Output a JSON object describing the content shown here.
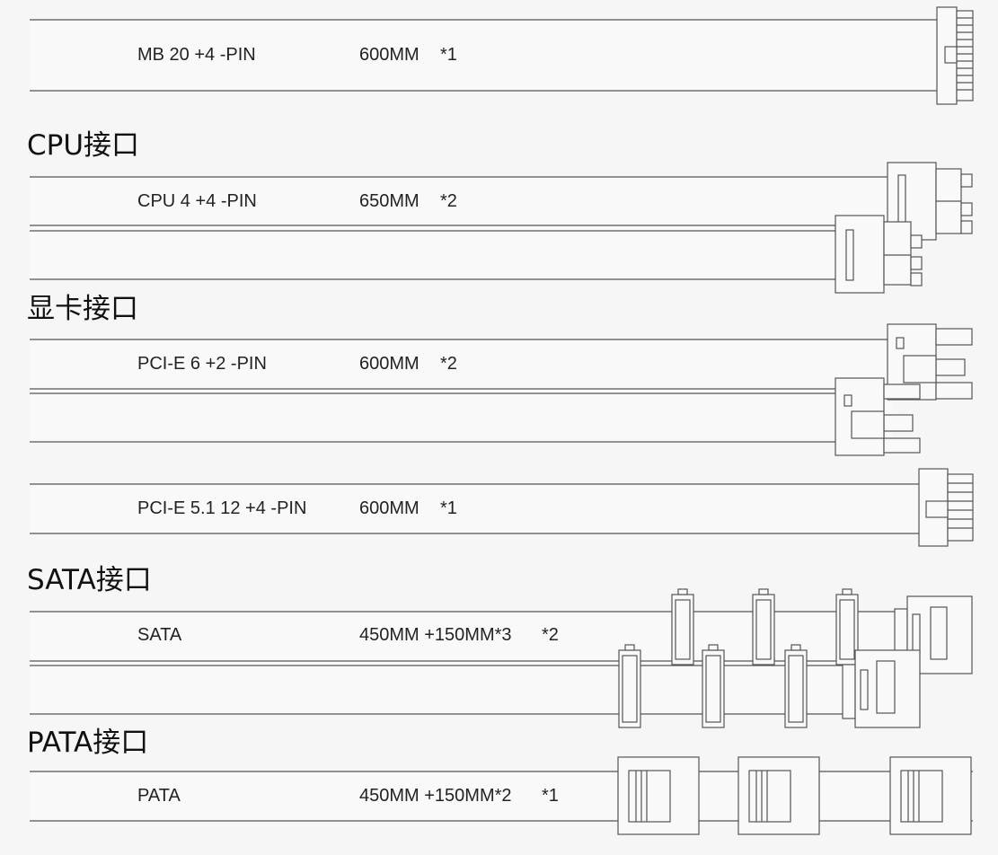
{
  "colors": {
    "background": "#f6f6f6",
    "band": "#f9f9f9",
    "line": "#555555",
    "text": "#222222"
  },
  "sections": [
    {
      "id": "mb",
      "heading": "",
      "cables": [
        {
          "name": "MB 20 +4 -PIN",
          "length": "600MM",
          "qty": "*1",
          "connector": "mb-24pin"
        }
      ]
    },
    {
      "id": "cpu",
      "heading": "CPU接口",
      "cables": [
        {
          "name": "CPU 4 +4 -PIN",
          "length": "650MM",
          "qty": "*2",
          "connector": "cpu-8pin"
        }
      ]
    },
    {
      "id": "gpu",
      "heading": "显卡接口",
      "cables": [
        {
          "name": "PCI-E 6 +2 -PIN",
          "length": "600MM",
          "qty": "*2",
          "connector": "pcie-8pin"
        },
        {
          "name": "PCI-E 5.1 12 +4 -PIN",
          "length": "600MM",
          "qty": "*1",
          "connector": "pcie-16pin"
        }
      ]
    },
    {
      "id": "sata",
      "heading": "SATA接口",
      "cables": [
        {
          "name": "SATA",
          "length": "450MM +150MM*3",
          "qty": "*2",
          "connector": "sata"
        }
      ]
    },
    {
      "id": "pata",
      "heading": "PATA接口",
      "cables": [
        {
          "name": "PATA",
          "length": "450MM +150MM*2",
          "qty": "*1",
          "connector": "pata-molex"
        }
      ]
    }
  ]
}
